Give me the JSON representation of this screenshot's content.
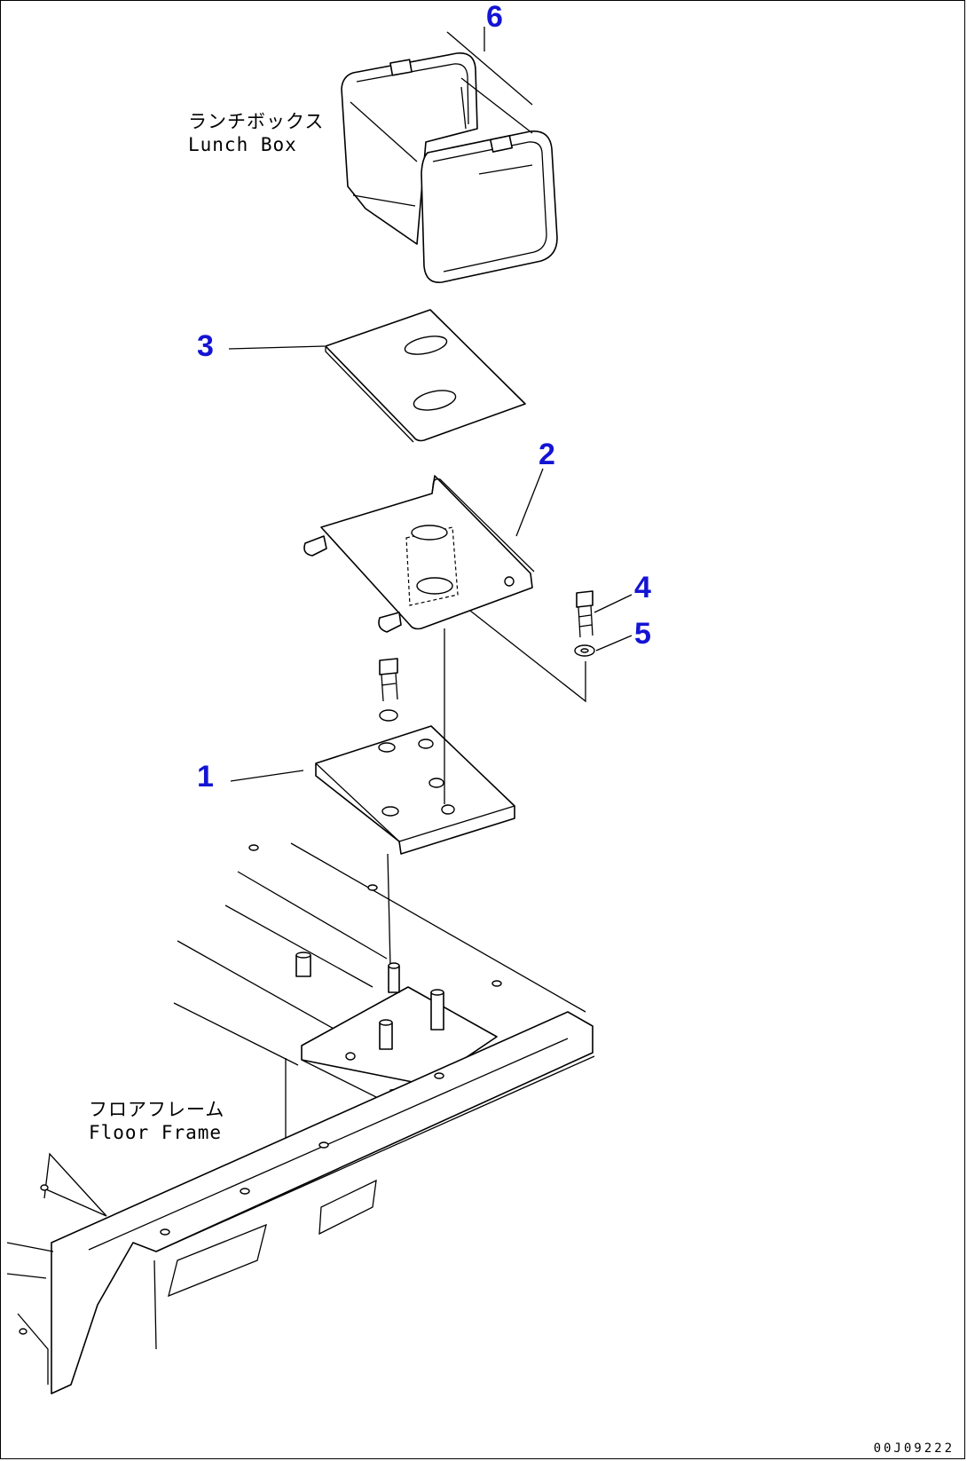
{
  "callouts": {
    "c1": "1",
    "c2": "2",
    "c3": "3",
    "c4": "4",
    "c5": "5",
    "c6": "6"
  },
  "labels": {
    "lunch_box_jp": "ランチボックス",
    "lunch_box_en": "Lunch Box",
    "floor_frame_jp": "フロアフレーム",
    "floor_frame_en": "Floor Frame"
  },
  "drawing_number": "00J09222",
  "colors": {
    "callout": "#1414d4",
    "line": "#000000",
    "background": "#ffffff"
  }
}
